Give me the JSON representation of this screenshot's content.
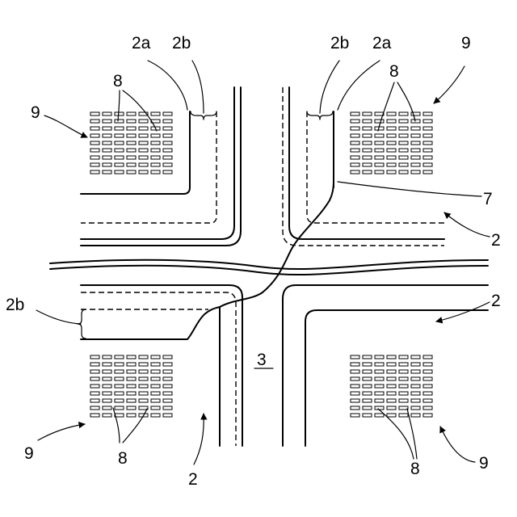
{
  "labels": {
    "2a": "2a",
    "2b": "2b",
    "2": "2",
    "3": "3",
    "7": "7",
    "8": "8",
    "9": "9"
  }
}
